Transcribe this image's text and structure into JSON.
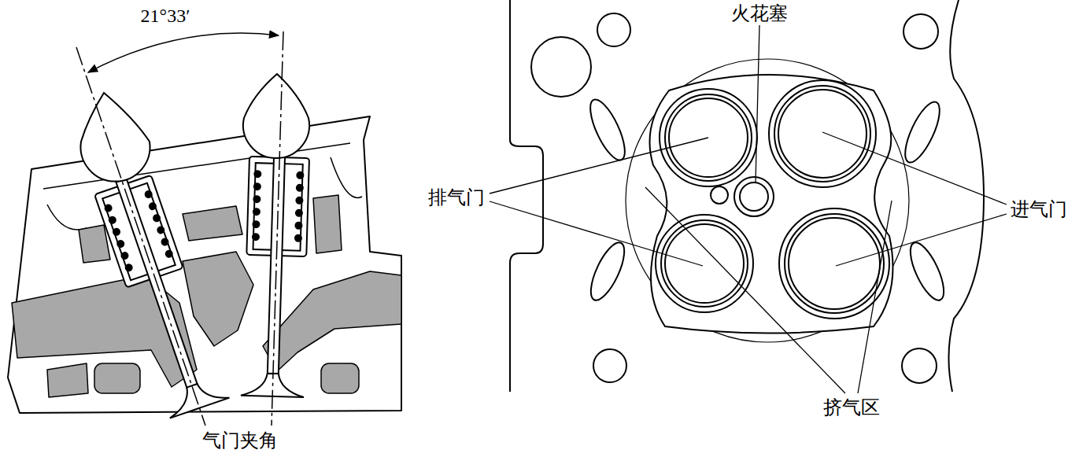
{
  "diagram": {
    "labels": [
      "21°33′",
      "气门夹角",
      "火花塞",
      "排气门",
      "进气门",
      "挤气区"
    ]
  }
}
